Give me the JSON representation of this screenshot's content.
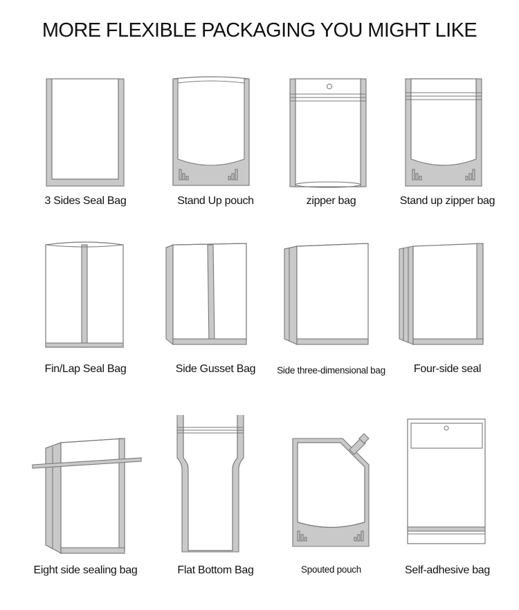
{
  "page_title": "MORE FLEXIBLE PACKAGING YOU MIGHT LIKE",
  "items": [
    {
      "label": "3 Sides Seal Bag",
      "icon": "three-side-seal-bag-icon"
    },
    {
      "label": "Stand Up pouch",
      "icon": "stand-up-pouch-icon"
    },
    {
      "label": "zipper bag",
      "icon": "zipper-bag-icon"
    },
    {
      "label": "Stand up zipper bag",
      "icon": "stand-up-zipper-bag-icon"
    },
    {
      "label": "Fin/Lap Seal Bag",
      "icon": "fin-lap-seal-bag-icon"
    },
    {
      "label": "Side Gusset Bag",
      "icon": "side-gusset-bag-icon"
    },
    {
      "label": "Side three-dimensional bag",
      "icon": "side-three-dimensional-bag-icon"
    },
    {
      "label": "Four-side seal",
      "icon": "four-side-seal-bag-icon"
    },
    {
      "label": "Eight side sealing bag",
      "icon": "eight-side-sealing-bag-icon"
    },
    {
      "label": "Flat Bottom Bag",
      "icon": "flat-bottom-bag-icon"
    },
    {
      "label": "Spouted pouch",
      "icon": "spouted-pouch-icon"
    },
    {
      "label": "Self-adhesive bag",
      "icon": "self-adhesive-bag-icon"
    }
  ]
}
